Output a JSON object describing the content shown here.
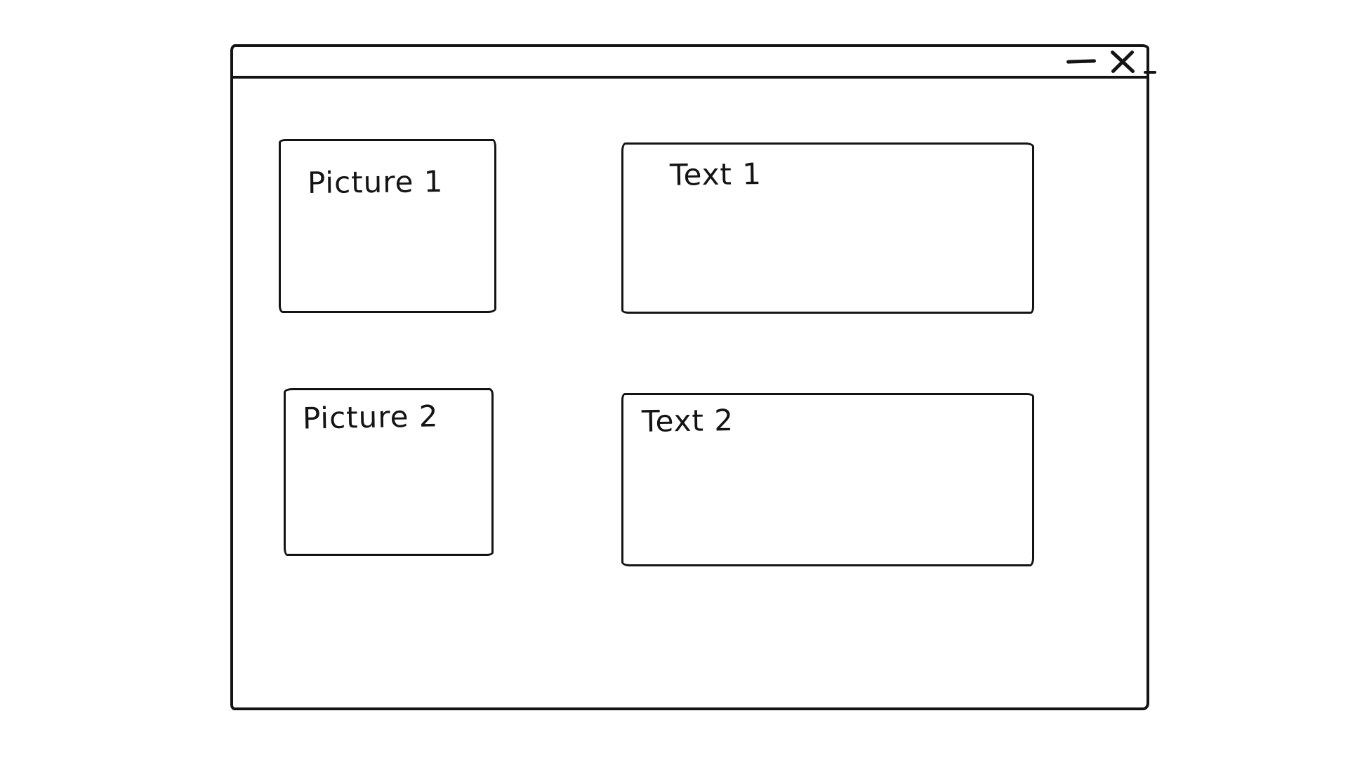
{
  "window": {
    "title_bar": {
      "minimize_icon": "—",
      "close_icon": "✕"
    }
  },
  "boxes": [
    {
      "id": "picture-1",
      "label": "Picture 1"
    },
    {
      "id": "text-1",
      "label": "Text 1"
    },
    {
      "id": "picture-2",
      "label": "Picture 2"
    },
    {
      "id": "text-2",
      "label": "Text 2"
    }
  ],
  "colors": {
    "ink": "#141414",
    "background": "#ffffff"
  }
}
